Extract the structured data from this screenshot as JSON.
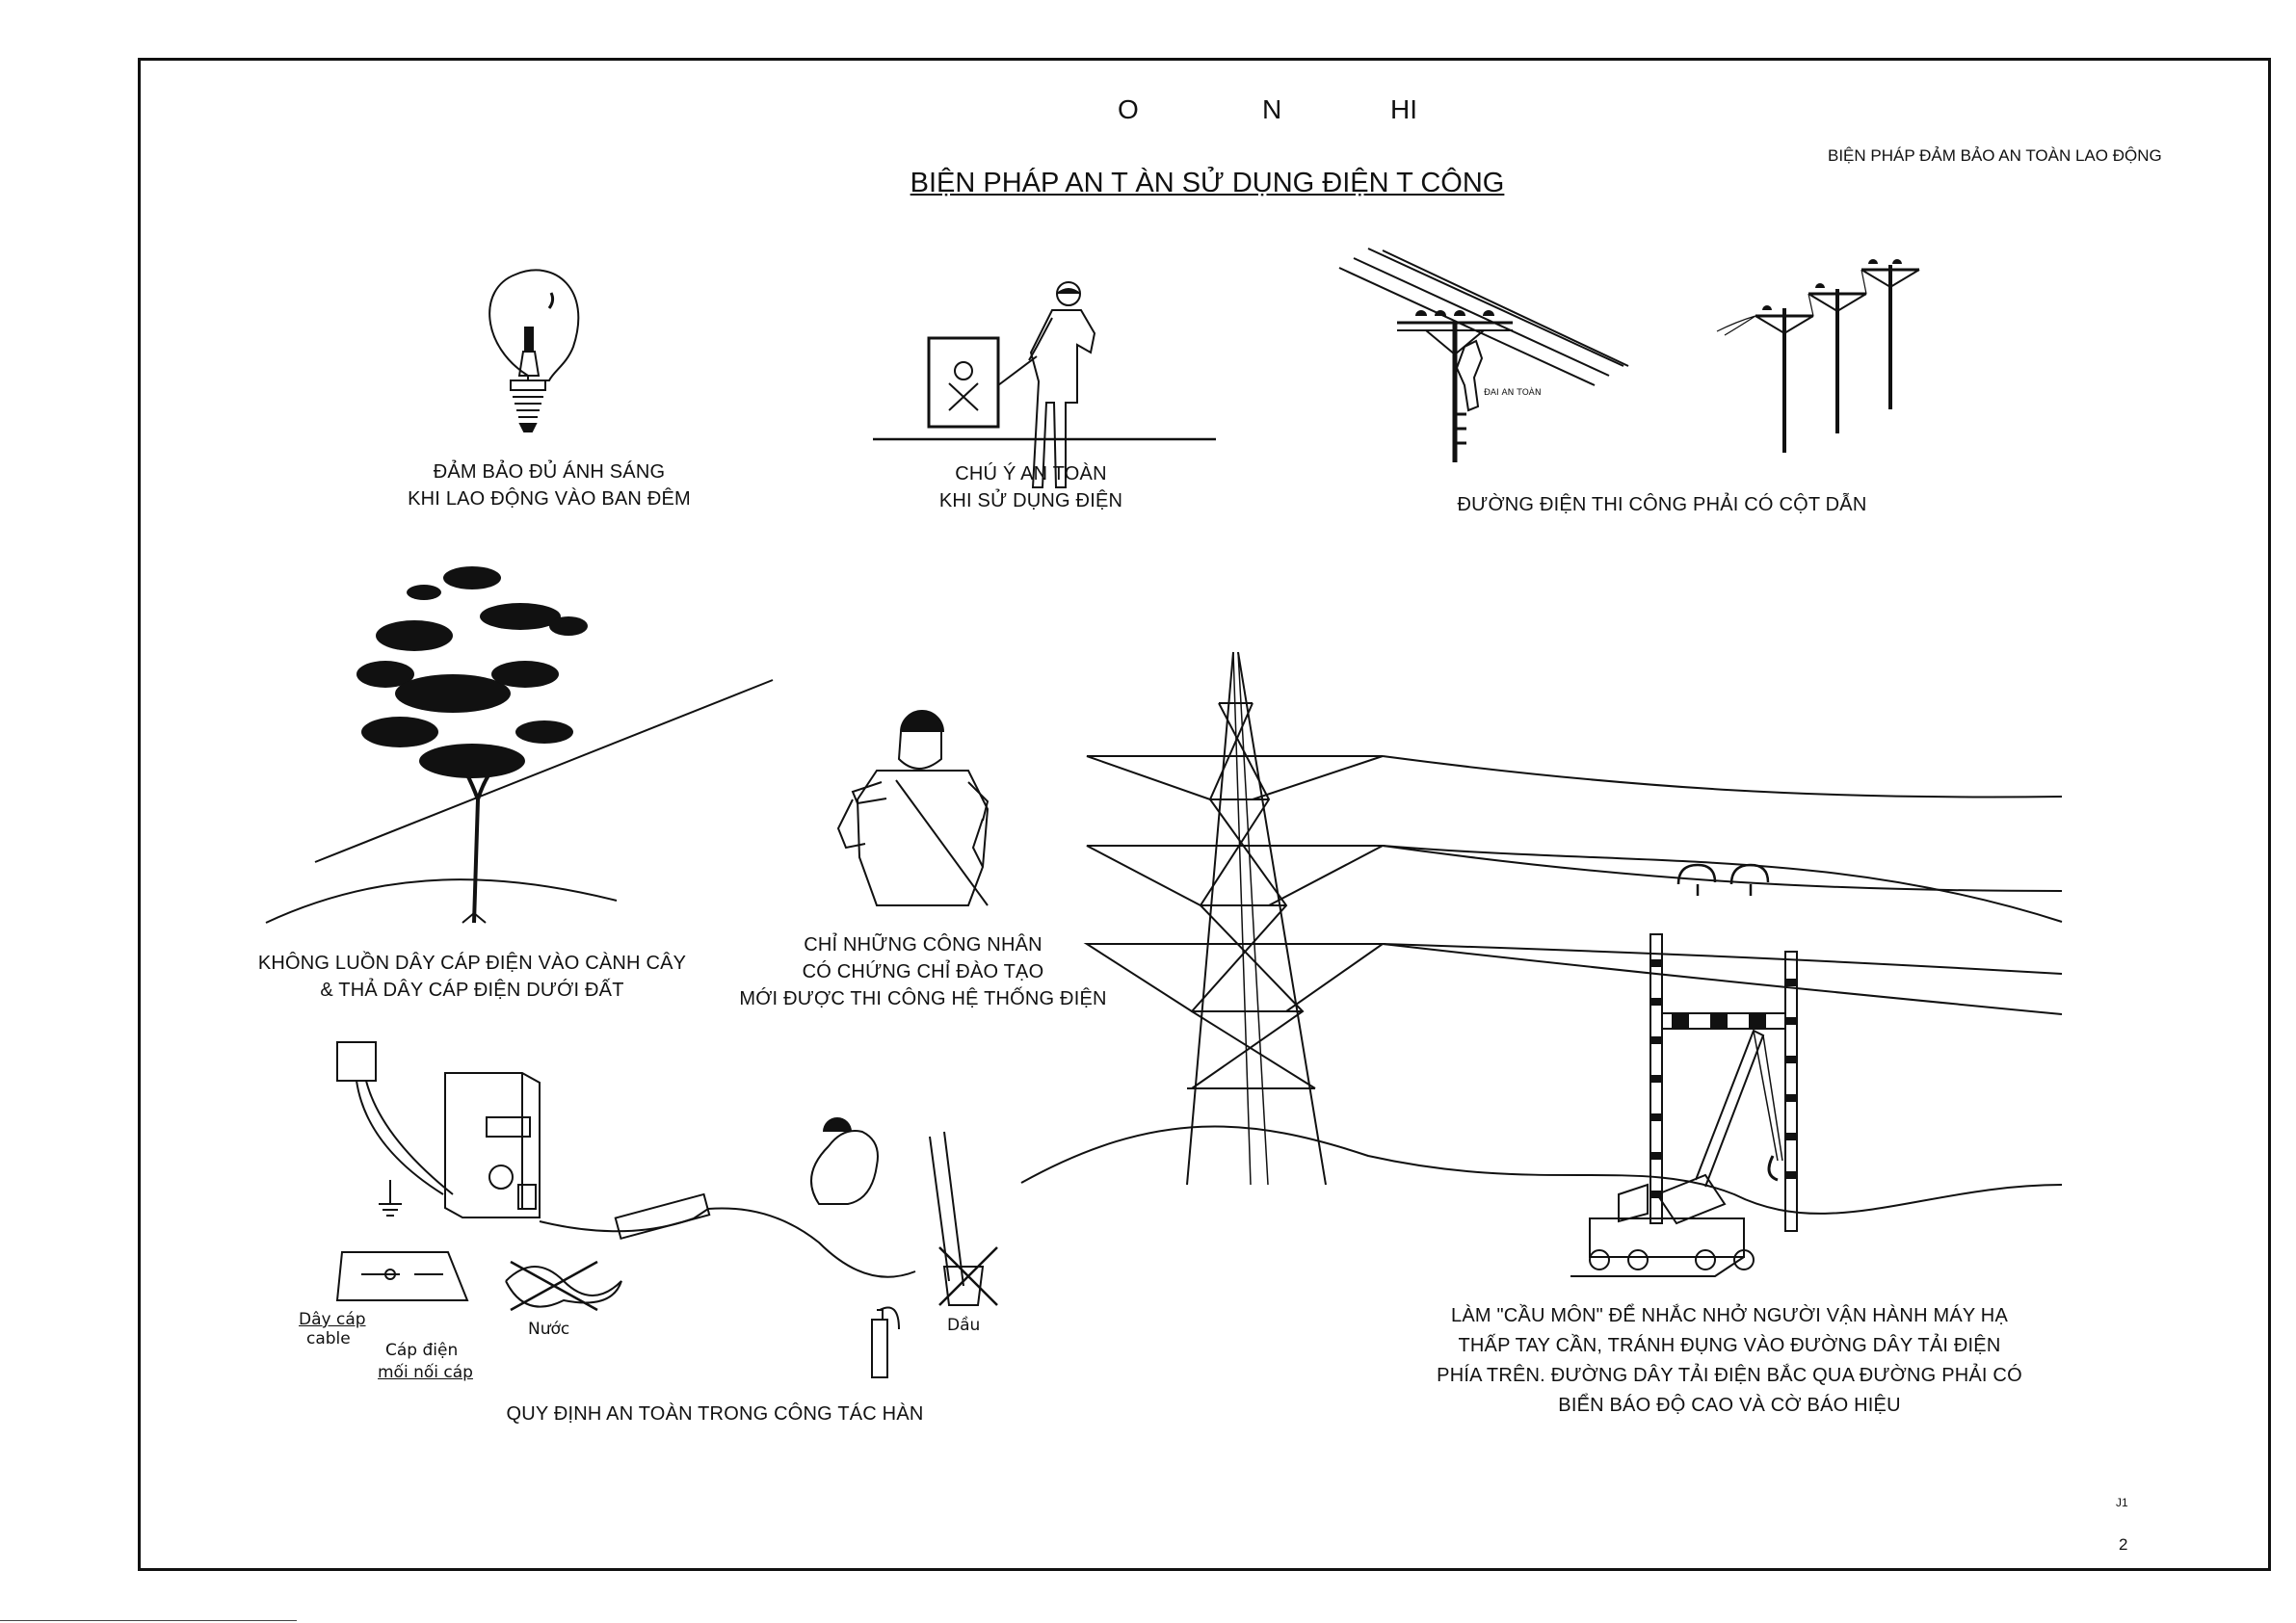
{
  "header": {
    "letters": [
      "O",
      "N",
      "HI"
    ],
    "title": "BIỆN PHÁP AN T ÀN SỬ DỤNG ĐIỆN T CÔNG",
    "subtitle": "BIỆN PHÁP ĐẢM BẢO AN TOÀN LAO ĐỘNG"
  },
  "panels": {
    "lighting": {
      "line1": "ĐẢM BẢO ĐỦ ÁNH SÁNG",
      "line2": "KHI LAO ĐỘNG VÀO BAN ĐÊM"
    },
    "caution": {
      "line1": "CHÚ Ý AN TOÀN",
      "line2": "KHI SỬ DỤNG ĐIỆN"
    },
    "poles": {
      "line1": "ĐƯỜNG ĐIỆN THI CÔNG PHẢI CÓ CỘT DẪN",
      "belt_label": "ĐAI AN TOÀN"
    },
    "tree": {
      "line1": "KHÔNG LUỒN DÂY CÁP ĐIỆN VÀO CÀNH CÂY",
      "line2": "& THẢ DÂY CÁP ĐIỆN DƯỚI ĐẤT"
    },
    "worker": {
      "line1": "CHỈ NHỮNG CÔNG NHÂN",
      "line2": "CÓ CHỨNG CHỈ ĐÀO TẠO",
      "line3": "MỚI ĐƯỢC THI CÔNG HỆ THỐNG ĐIỆN"
    },
    "welding": {
      "caption": "QUY ĐỊNH AN TOÀN TRONG CÔNG TÁC HÀN",
      "cable_vi": "Dây cáp",
      "cable_en": "cable",
      "power_cable": "Cáp điện",
      "joint": "mối nối cáp",
      "water": "Nước",
      "oil": "Dầu"
    },
    "gate": {
      "line1": "LÀM \"CẦU MÔN\" ĐỂ NHẮC NHỞ NGƯỜI VẬN HÀNH MÁY HẠ",
      "line2": "THẤP TAY CẦN,  TRÁNH ĐỤNG VÀO ĐƯỜNG DÂY TẢI ĐIỆN",
      "line3": "PHÍA TRÊN. ĐƯỜNG DÂY TẢI ĐIỆN BẮC QUA ĐƯỜNG PHẢI CÓ",
      "line4": "BIỂN BÁO ĐỘ CAO VÀ CỜ BÁO HIỆU"
    }
  },
  "footer": {
    "code": "J1",
    "page": "2"
  }
}
